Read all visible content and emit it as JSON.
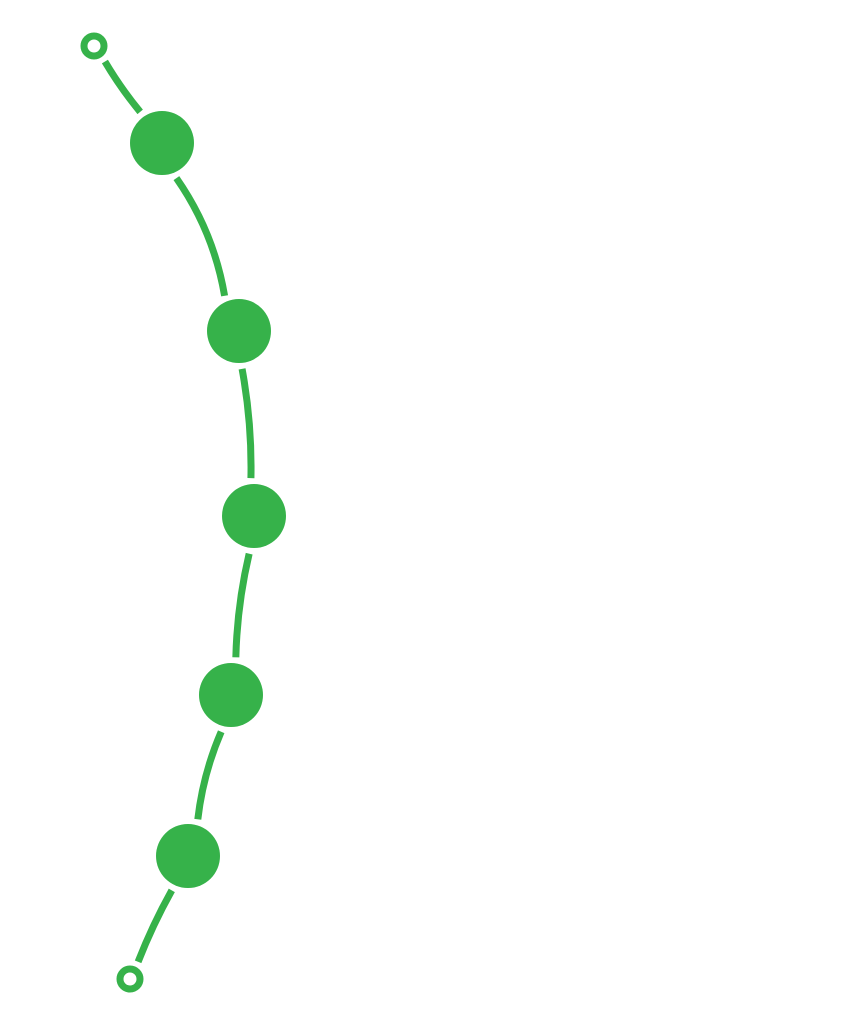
{
  "colors": {
    "accent": "#36b24a",
    "background": "#ffffff"
  },
  "timeline": {
    "endpoints": [
      "start",
      "end"
    ],
    "steps": [
      {
        "id": "step-1",
        "state": "filled"
      },
      {
        "id": "step-2",
        "state": "filled"
      },
      {
        "id": "step-3",
        "state": "filled"
      },
      {
        "id": "step-4",
        "state": "filled"
      },
      {
        "id": "step-5",
        "state": "filled"
      }
    ]
  }
}
